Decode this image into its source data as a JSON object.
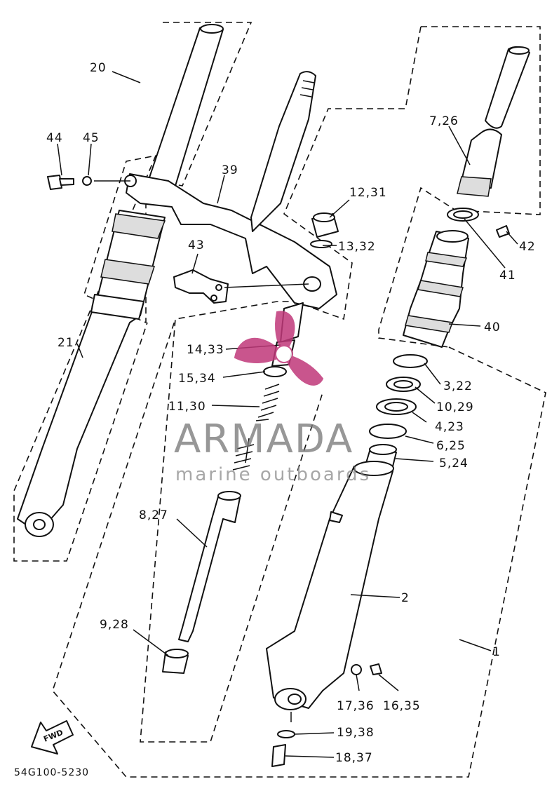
{
  "labels": {
    "l20": "20",
    "l44": "44",
    "l45": "45",
    "l39": "39",
    "l12_31": "12,31",
    "l13_32": "13,32",
    "l7_26": "7,26",
    "l42": "42",
    "l41": "41",
    "l43": "43",
    "l40": "40",
    "l21": "21",
    "l14_33": "14,33",
    "l15_34": "15,34",
    "l3_22": "3,22",
    "l10_29": "10,29",
    "l11_30": "11,30",
    "l4_23": "4,23",
    "l6_25": "6,25",
    "l5_24": "5,24",
    "l8_27": "8,27",
    "l2": "2",
    "l9_28": "9,28",
    "l1": "1",
    "l17_36": "17,36",
    "l16_35": "16,35",
    "l19_38": "19,38",
    "l18_37": "18,37"
  },
  "diagram_code": "54G100-5230",
  "fwd_label": "FWD",
  "watermark": {
    "brand": "ARMADA",
    "tagline": "marine outboards",
    "logo_color": "#c0387a",
    "text_color": "#7a7a7a"
  }
}
